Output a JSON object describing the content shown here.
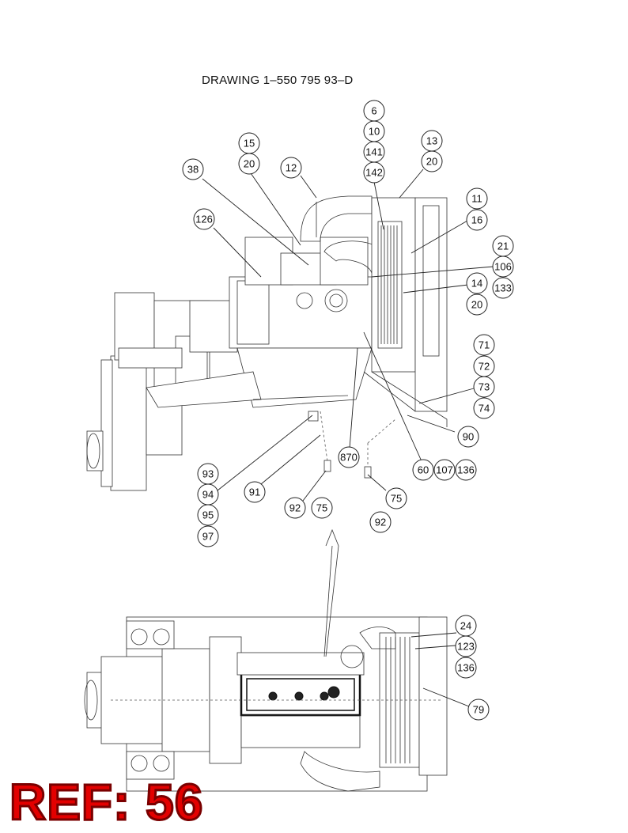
{
  "drawing_title": "DRAWING 1–550 795 93–D",
  "ref_label": "REF: 56",
  "callouts": [
    "6",
    "10",
    "141",
    "142",
    "15",
    "20",
    "12",
    "13",
    "20",
    "38",
    "11",
    "16",
    "126",
    "21",
    "106",
    "133",
    "14",
    "20",
    "71",
    "72",
    "73",
    "74",
    "90",
    "870",
    "60",
    "107",
    "136",
    "93",
    "94",
    "95",
    "97",
    "91",
    "92",
    "75",
    "75",
    "92",
    "24",
    "123",
    "136",
    "79"
  ]
}
